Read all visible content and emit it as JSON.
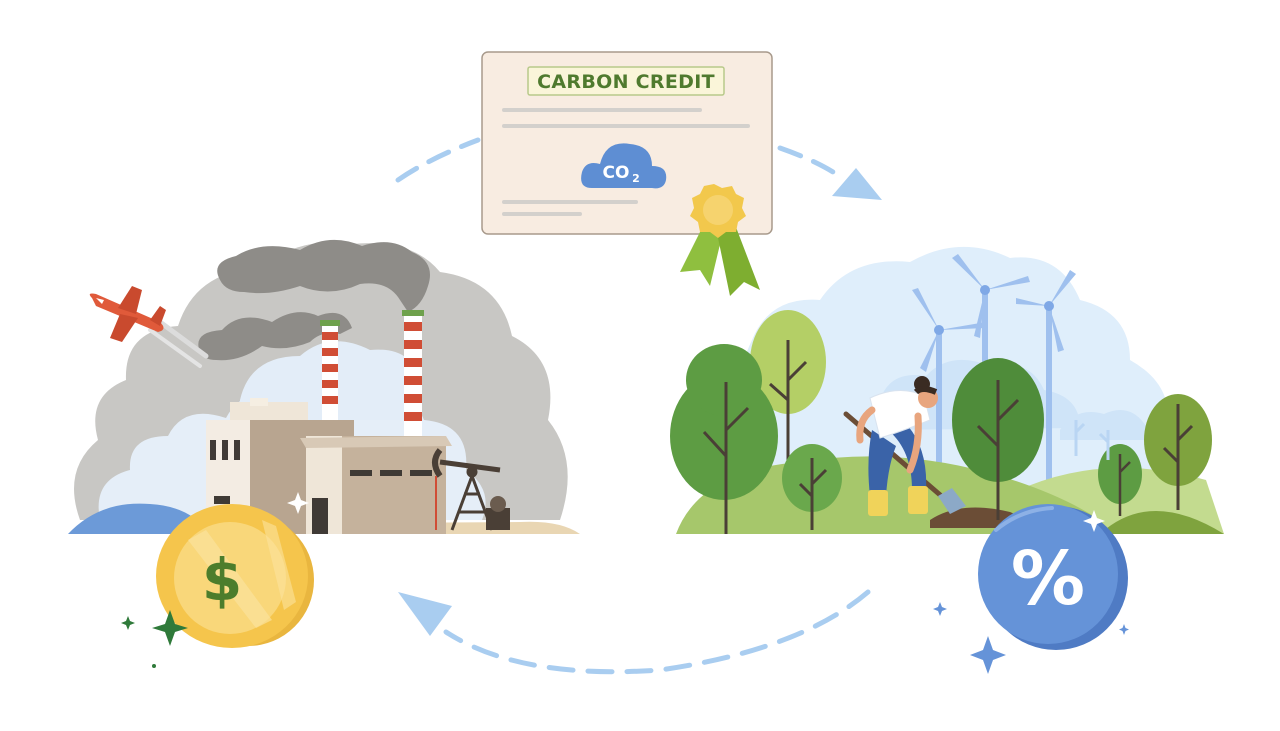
{
  "certificate": {
    "title": "CARBON CREDIT",
    "badge_main": "CO",
    "badge_sub": "2"
  },
  "coin": {
    "symbol": "$"
  },
  "discount_badge": {
    "symbol": "%"
  },
  "icons": {
    "cycle_arrows": "dashed-cycle-arrow-icon",
    "airplane": "airplane-icon",
    "factory": "factory-icon",
    "oil_pump": "oil-pump-icon",
    "wind_turbine": "wind-turbine-icon",
    "tree": "tree-icon",
    "planter": "person-planting-icon",
    "sparkle": "sparkle-icon",
    "ribbon": "award-ribbon-icon"
  },
  "colors": {
    "arrow": "#a9cdf0",
    "certificate_bg": "#f8ece1",
    "certificate_title": "#4f7a2e",
    "co2_cloud": "#5e8ed3",
    "coin_gold": "#f5c54c",
    "coin_face": "#f9d77a",
    "coin_symbol": "#4c7d2c",
    "percent_badge": "#6593d8",
    "smoke": "#8e8c88",
    "factory_brick": "#b8a590",
    "grass": "#a6c76b",
    "tree_green": "#5d9c43",
    "sky": "#dfeefb"
  }
}
